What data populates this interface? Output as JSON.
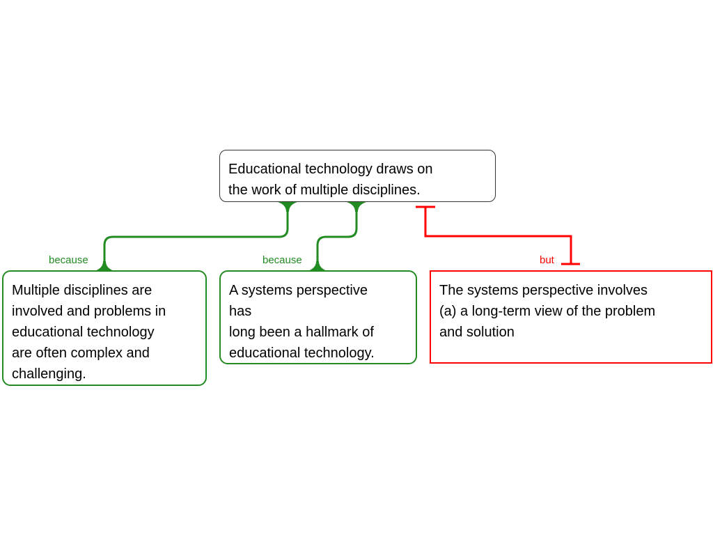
{
  "claim": {
    "text": "Educational technology draws on\nthe work of multiple disciplines."
  },
  "reasons": [
    {
      "label": "because",
      "text": "Multiple disciplines are\ninvolved and problems in\neducational technology\nare often complex and\nchallenging."
    },
    {
      "label": "because",
      "text": "A systems perspective\nhas\nlong been a hallmark of\neducational technology."
    }
  ],
  "objections": [
    {
      "label": "but",
      "text": "The systems perspective involves\n(a) a long-term view of the problem\nand solution"
    }
  ],
  "colors": {
    "reason": "#228b22",
    "objection": "#ff0000"
  }
}
